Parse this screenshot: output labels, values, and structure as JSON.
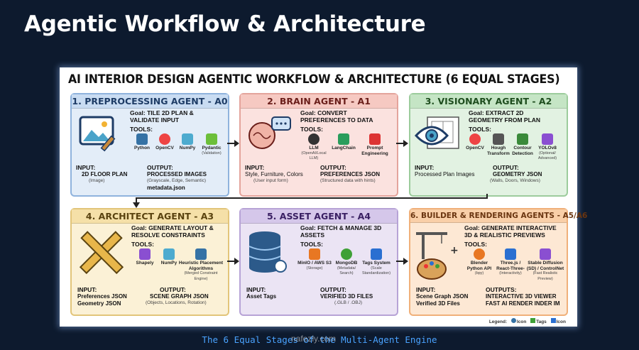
{
  "slide_title": "Agentic Workflow & Architecture",
  "panel_title": "AI INTERIOR DESIGN AGENTIC WORKFLOW & ARCHITECTURE (6 EQUAL STAGES)",
  "caption": "The 6 Equal Stages of the Multi-Agent Engine",
  "watermark": "nafezly.com",
  "legend": {
    "label": "Legend:",
    "icon1": "Icon",
    "icon2": "Tags",
    "icon3": "Icon"
  },
  "labels": {
    "tools": "TOOLS:",
    "input": "INPUT:",
    "output": "OUTPUT:",
    "outputs": "OUTPUTS:"
  },
  "colors": {
    "blue": "#e3edf8",
    "red": "#fbe2df",
    "green": "#e2f2e2",
    "yellow": "#fbf1d6",
    "purple": "#ebe4f4",
    "orange": "#fde8d4"
  },
  "stages": [
    {
      "header": "1. PREPROCESSING AGENT - A0",
      "goal": "Goal: TILE 2D PLAN & VALIDATE INPUT",
      "image_icon": "image-edit-icon",
      "tools": [
        {
          "name": "Python",
          "sub": "",
          "icon": "python-icon",
          "color": "#3572a5"
        },
        {
          "name": "OpenCV",
          "sub": "",
          "icon": "opencv-icon",
          "color": "#e44"
        },
        {
          "name": "NumPy",
          "sub": "",
          "icon": "numpy-icon",
          "color": "#4dabcf"
        },
        {
          "name": "Pydantic",
          "sub": "(Validation)",
          "icon": "pydantic-icon",
          "color": "#6cbf3a"
        }
      ],
      "input": [
        "2D FLOOR PLAN"
      ],
      "input_sub": "(Image)",
      "output": [
        "PROCESSED IMAGES"
      ],
      "output_sub": "(Grayscale, Edge, Semantic)",
      "output_extra": "metadata.json"
    },
    {
      "header": "2. BRAIN AGENT - A1",
      "goal": "Goal: CONVERT PREFERENCES TO DATA",
      "image_icon": "brain-icon",
      "tools": [
        {
          "name": "LLM",
          "sub": "(OpenAI/Local LLM)",
          "icon": "llm-icon",
          "color": "#333"
        },
        {
          "name": "LangChain",
          "sub": "",
          "icon": "langchain-icon",
          "color": "#2a9d5c"
        },
        {
          "name": "Prompt Engineering",
          "sub": "",
          "icon": "prompt-icon",
          "color": "#d33"
        }
      ],
      "input": [
        "Style, Furniture, Colors"
      ],
      "input_sub": "(User input form)",
      "output": [
        "PREFERENCES JSON"
      ],
      "output_sub": "(Structured data with hints)",
      "output_extra": ""
    },
    {
      "header": "3. VISIONARY AGENT - A2",
      "goal": "Goal: EXTRACT 2D GEOMETRY FROM PLAN",
      "image_icon": "eye-icon",
      "tools": [
        {
          "name": "OpenCV",
          "sub": "",
          "icon": "opencv-icon",
          "color": "#e44"
        },
        {
          "name": "Hough Transform",
          "sub": "",
          "icon": "hough-icon",
          "color": "#555"
        },
        {
          "name": "Contour Detection",
          "sub": "",
          "icon": "contour-icon",
          "color": "#3a8a3a"
        },
        {
          "name": "YOLOv8",
          "sub": "(Optional/ Advanced)",
          "icon": "yolo-icon",
          "color": "#8a4fd1"
        }
      ],
      "input": [
        "Processed Plan Images"
      ],
      "input_sub": "",
      "output": [
        "GEOMETRY JSON"
      ],
      "output_sub": "(Walls, Doors, Windows)",
      "output_extra": ""
    },
    {
      "header": "4. ARCHITECT AGENT - A3",
      "goal": "Goal: GENERATE LAYOUT & RESOLVE CONSTRAINTS",
      "image_icon": "ruler-cross-icon",
      "tools": [
        {
          "name": "Shapely",
          "sub": "",
          "icon": "shapely-icon",
          "color": "#8a4fd1"
        },
        {
          "name": "NumPy",
          "sub": "",
          "icon": "numpy-icon",
          "color": "#4dabcf"
        },
        {
          "name": "Heuristic Placement Algorithms",
          "sub": "(Merged Constraint Engine)",
          "icon": "network-icon",
          "color": "#3572a5"
        }
      ],
      "input": [
        "Preferences JSON",
        "Geometry JSON"
      ],
      "input_sub": "",
      "output": [
        "SCENE GRAPH JSON"
      ],
      "output_sub": "(Objects, Locations, Rotation)",
      "output_extra": ""
    },
    {
      "header": "5. ASSET AGENT - A4",
      "goal": "Goal: FETCH & MANAGE 3D ASSETS",
      "image_icon": "database-icon",
      "tools": [
        {
          "name": "MinIO / AWS S3",
          "sub": "(Storage)",
          "icon": "aws-icon",
          "color": "#e87722"
        },
        {
          "name": "MongoDB",
          "sub": "(Metadata/ Search)",
          "icon": "mongodb-icon",
          "color": "#3fa037"
        },
        {
          "name": "Tags System",
          "sub": "(Scale Standardization)",
          "icon": "tag-icon",
          "color": "#2a6fd1"
        }
      ],
      "input": [
        "Asset Tags"
      ],
      "input_sub": "",
      "output": [
        "VERIFIED 3D FILES"
      ],
      "output_sub": "(.GLB / .OBJ)",
      "output_extra": ""
    },
    {
      "header": "6. BUILDER & RENDERING AGENTS - A5/A6",
      "goal": "Goal: GENERATE INTERACTIVE 3D & REALISTIC PREVIEWS",
      "image_icon": "crane-palette-icon",
      "tools": [
        {
          "name": "Blender Python API",
          "sub": "(bpy)",
          "icon": "blender-icon",
          "color": "#e87722"
        },
        {
          "name": "Three.js / React-Three-",
          "sub": "(Interactivity)",
          "icon": "threejs-icon",
          "color": "#2a6fd1"
        },
        {
          "name": "Stable Diffusion (SD) / ControlNet",
          "sub": "(Fast Realistic Preview)",
          "icon": "sd-icon",
          "color": "#8a4fd1"
        }
      ],
      "input": [
        "Scene Graph JSON",
        "Verified 3D Files"
      ],
      "input_sub": "",
      "output": [
        "INTERACTIVE 3D VIEWER",
        "FAST AI RENDER INDER IM"
      ],
      "output_sub": "",
      "output_extra": ""
    }
  ]
}
